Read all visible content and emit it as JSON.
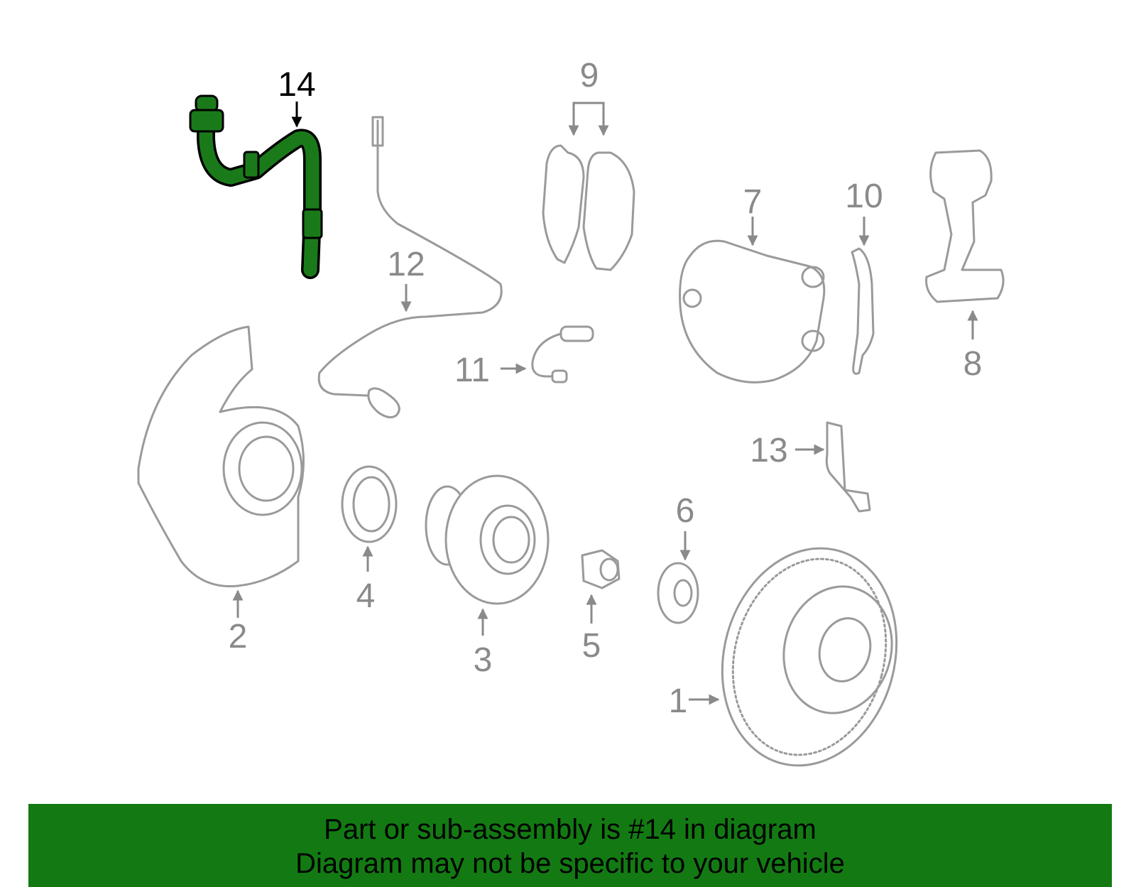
{
  "diagram": {
    "highlighted_part": "14",
    "callouts": [
      "1",
      "2",
      "3",
      "4",
      "5",
      "6",
      "7",
      "8",
      "9",
      "10",
      "11",
      "12",
      "13",
      "14"
    ],
    "highlight_color": "#1a7a1a"
  },
  "banner": {
    "line1": "Part or sub-assembly is #14 in diagram",
    "line2": "Diagram may not be specific to your vehicle",
    "background": "#137a13"
  }
}
